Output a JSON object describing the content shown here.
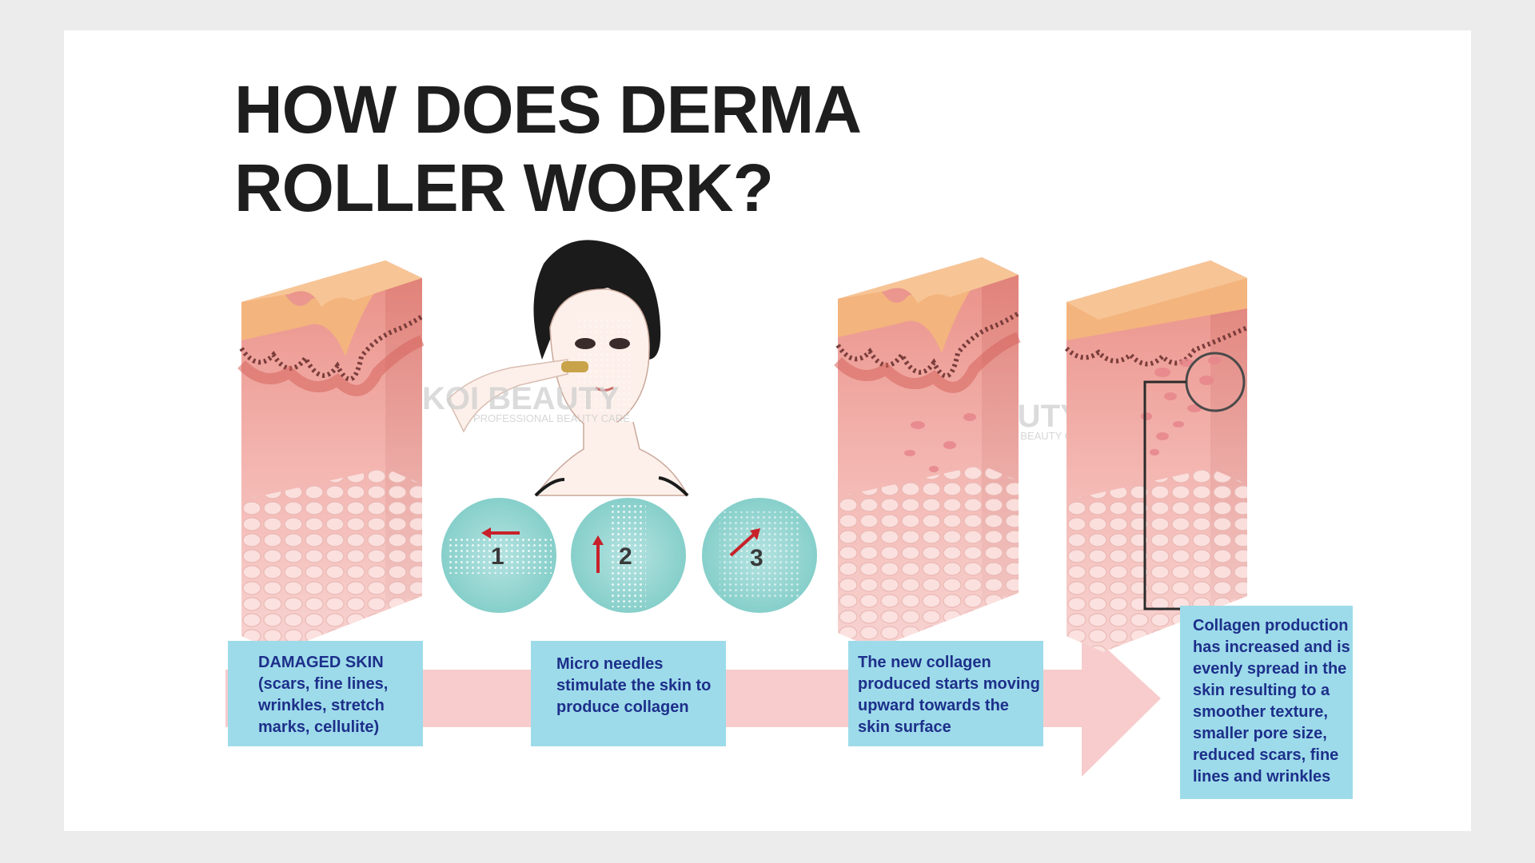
{
  "title": {
    "line1": "HOW DOES DERMA",
    "line2": "ROLLER WORK?"
  },
  "watermark": {
    "brand": "KOI BEAUTY",
    "tagline": "PROFESSIONAL BEAUTY CARE"
  },
  "steps": [
    {
      "id": "damaged",
      "lines": [
        "DAMAGED SKIN",
        "(scars, fine lines,",
        "wrinkles, stretch",
        "marks, cellulite)"
      ]
    },
    {
      "id": "micro",
      "lines": [
        "Micro needles",
        "stimulate the skin to",
        "produce collagen"
      ]
    },
    {
      "id": "collagen-moving",
      "lines": [
        "The new collagen",
        "produced starts moving",
        "upward towards the",
        "skin surface"
      ]
    },
    {
      "id": "result",
      "lines": [
        "Collagen production",
        "has increased and is",
        "evenly spread in the",
        "skin resulting to a",
        "smoother texture,",
        "smaller pore size,",
        "reduced  scars, fine",
        "lines and wrinkles"
      ]
    }
  ],
  "roller_directions": [
    {
      "number": "1",
      "direction": "left"
    },
    {
      "number": "2",
      "direction": "up"
    },
    {
      "number": "3",
      "direction": "diagonal-up-right"
    }
  ],
  "colors": {
    "box_fill": "#9ddbea",
    "box_text": "#1d2f8a",
    "arrow": "#f8cccc",
    "skin_top": "#f3b27e",
    "skin_body": "#f1b0ab",
    "dermis_line": "#7a3d3b",
    "circle_fill": "#8fd4d0",
    "direction_arrow": "#c8202a"
  },
  "icons": [
    "skin-layer-diagram",
    "face-illustration",
    "derma-roller-icon",
    "direction-arrow-icon",
    "magnifier-circle-icon"
  ]
}
